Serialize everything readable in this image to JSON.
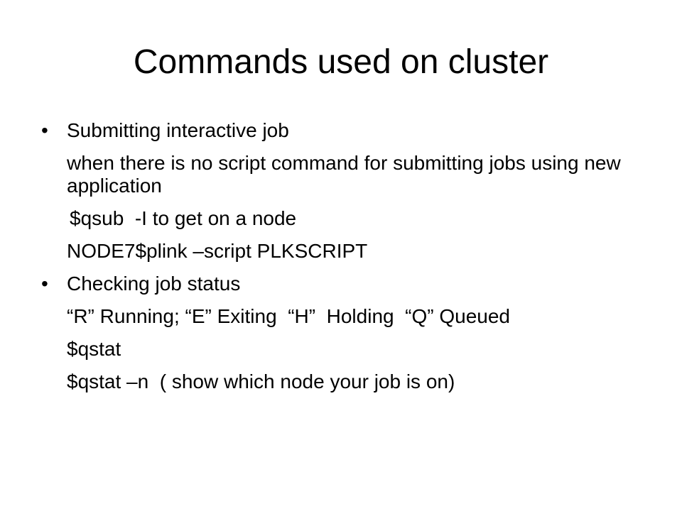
{
  "slide": {
    "title": "Commands used on cluster",
    "bullet_char": "•",
    "sections": [
      {
        "heading": "Submitting interactive job",
        "lines": [
          "when there is no script command for submitting jobs using new application",
          "$qsub  -I to get on a node",
          "NODE7$plink –script PLKSCRIPT"
        ]
      },
      {
        "heading": "Checking job status",
        "lines": [
          "“R” Running; “E” Exiting  “H”  Holding  “Q” Queued",
          "$qstat",
          "$qstat –n  ( show which node your job is on)"
        ]
      }
    ]
  }
}
